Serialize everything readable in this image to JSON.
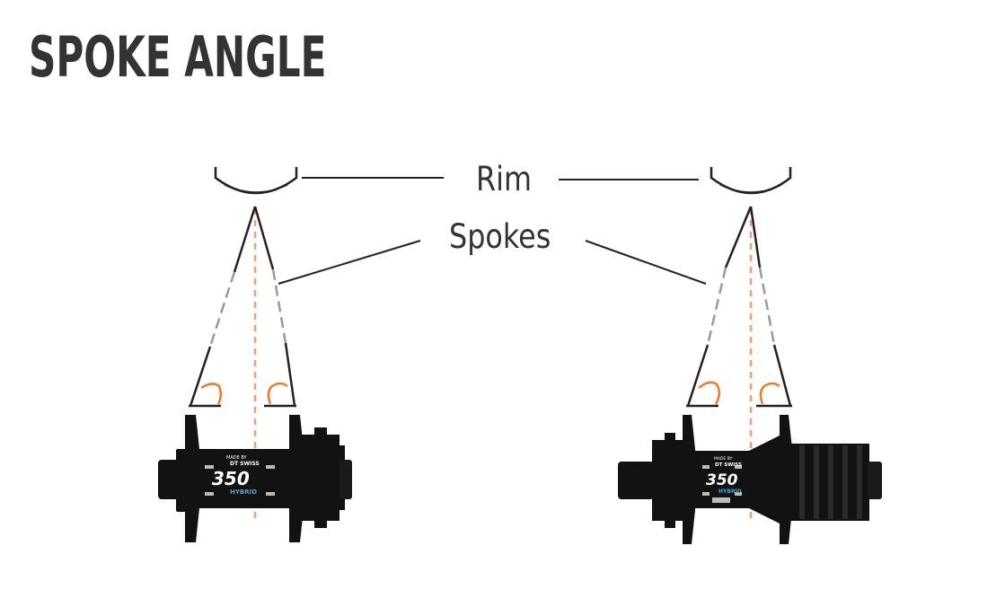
{
  "title": "SPOKE ANGLE",
  "labels": {
    "rim": "Rim",
    "spokes": "Spokes"
  },
  "hubs": [
    {
      "name": "front-hub",
      "model": "350",
      "subtitle": "HYBRID",
      "brand": "DT SWISS",
      "made_by": "MADE BY"
    },
    {
      "name": "rear-hub",
      "model": "350",
      "subtitle": "HYBRID",
      "brand": "DT SWISS",
      "made_by": "MADE BY"
    }
  ],
  "colors": {
    "text": "#333333",
    "line": "#222222",
    "dashed_spoke": "#9a9a9a",
    "center_line": "#f0a070",
    "angle_arc": "#f07a2a",
    "hub": "#121212",
    "hub_accent": "#4aa3d8"
  }
}
